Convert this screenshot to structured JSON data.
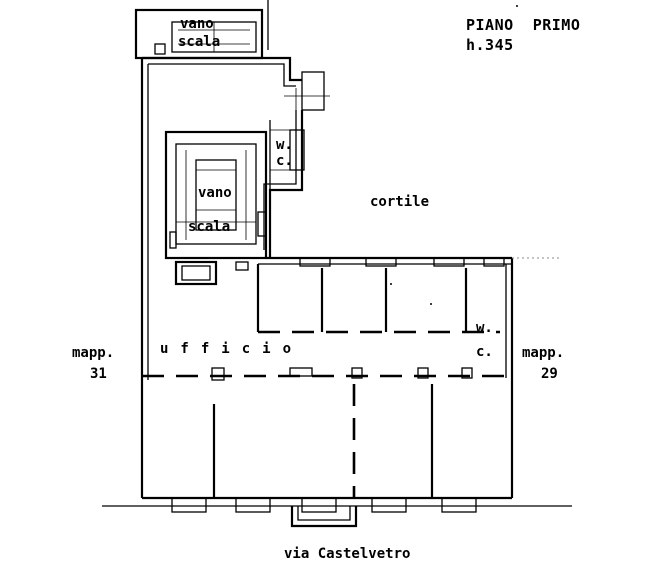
{
  "header": {
    "floor": "PIANO  PRIMO",
    "height": "h.345"
  },
  "rooms": {
    "stair_top_line1": "vano",
    "stair_top_line2": "scala",
    "stair_mid_line1": "vano",
    "stair_mid_line2": "scala",
    "wc_top_line1": "w.",
    "wc_top_line2": "c.",
    "courtyard": "cortile",
    "office": "ufficio",
    "wc_right_line1": "w.",
    "wc_right_line2": "c."
  },
  "neighbors": {
    "left_line1": "mapp.",
    "left_line2": "31",
    "right_line1": "mapp.",
    "right_line2": "29"
  },
  "street": "via Castelvetro"
}
